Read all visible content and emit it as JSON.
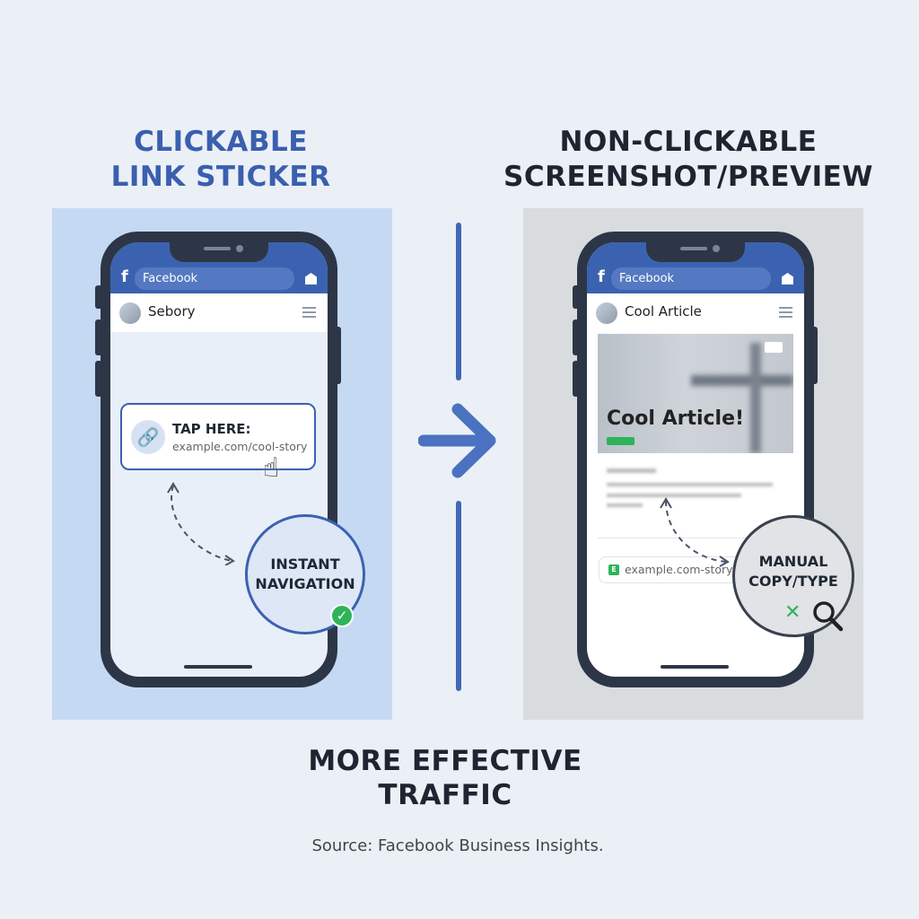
{
  "left": {
    "title_line1": "CLICKABLE",
    "title_line2": "LINK STICKER",
    "app_name": "Facebook",
    "profile_name": "Sebory",
    "sticker_label": "TAP HERE:",
    "sticker_url": "example.com/cool-story",
    "callout_line1": "INSTANT",
    "callout_line2": "NAVIGATION"
  },
  "right": {
    "title_line1": "NON-CLICKABLE",
    "title_line2": "SCREENSHOT/PREVIEW",
    "app_name": "Facebook",
    "profile_name": "Cool Article",
    "article_title": "Cool Article!",
    "url_text": "example.com-story",
    "url_badge": "E",
    "callout_line1": "MANUAL",
    "callout_line2": "COPY/TYPE"
  },
  "conclusion_line1": "MORE EFFECTIVE",
  "conclusion_line2": "TRAFFIC",
  "source": "Source: Facebook Business Insights.",
  "colors": {
    "accent": "#3a5fae",
    "fb_blue": "#3b62b0",
    "green": "#2fb35a",
    "frame": "#2c3646"
  }
}
